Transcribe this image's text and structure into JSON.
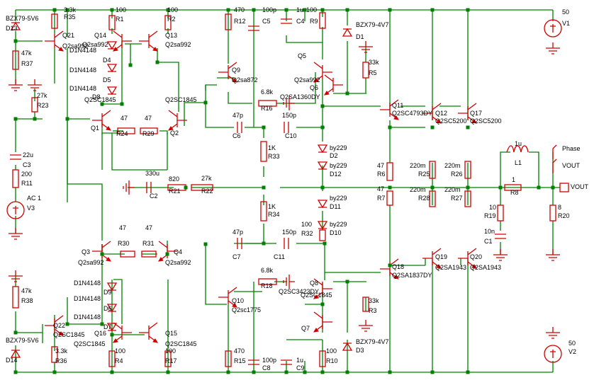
{
  "labels": [
    {
      "id": "d13_ref",
      "text": "D13"
    },
    {
      "id": "d13_val",
      "text": "BZX79-5V6"
    },
    {
      "id": "r35_val",
      "text": "3.3k"
    },
    {
      "id": "r35_ref",
      "text": "R35"
    },
    {
      "id": "q21_ref",
      "text": "Q21"
    },
    {
      "id": "q21_val",
      "text": "Q2sa992"
    },
    {
      "id": "r37_val",
      "text": "47k"
    },
    {
      "id": "r37_ref",
      "text": "R37"
    },
    {
      "id": "r23_val",
      "text": "27k"
    },
    {
      "id": "r23_ref",
      "text": "R23"
    },
    {
      "id": "r1_val",
      "text": "100"
    },
    {
      "id": "r1_ref",
      "text": "R1"
    },
    {
      "id": "r2_val",
      "text": "100"
    },
    {
      "id": "r2_ref",
      "text": "R2"
    },
    {
      "id": "q14_ref",
      "text": "Q14"
    },
    {
      "id": "q14_val",
      "text": "Q2sa992"
    },
    {
      "id": "q13_ref",
      "text": "Q13"
    },
    {
      "id": "q13_val",
      "text": "Q2sa992"
    },
    {
      "id": "d4_val",
      "text": "D1N4148"
    },
    {
      "id": "d4_ref",
      "text": "D4"
    },
    {
      "id": "d5_val",
      "text": "D1N4148"
    },
    {
      "id": "d5_ref",
      "text": "D5"
    },
    {
      "id": "d8_val",
      "text": "D1N4148"
    },
    {
      "id": "d8_ref",
      "text": "D8"
    },
    {
      "id": "q1_val",
      "text": "Q2SC1845"
    },
    {
      "id": "q2_val",
      "text": "Q2SC1845"
    },
    {
      "id": "q1_ref",
      "text": "Q1"
    },
    {
      "id": "q2_ref",
      "text": "Q2"
    },
    {
      "id": "r24_val",
      "text": "47"
    },
    {
      "id": "r24_ref",
      "text": "R24"
    },
    {
      "id": "r29_val",
      "text": "47"
    },
    {
      "id": "r29_ref",
      "text": "R29"
    },
    {
      "id": "r12_val",
      "text": "470"
    },
    {
      "id": "r12_ref",
      "text": "R12"
    },
    {
      "id": "c5_val",
      "text": "100p"
    },
    {
      "id": "c5_ref",
      "text": "C5"
    },
    {
      "id": "c4_val",
      "text": "1u"
    },
    {
      "id": "c4_ref",
      "text": "C4"
    },
    {
      "id": "r9_val",
      "text": "100"
    },
    {
      "id": "r9_ref",
      "text": "R9"
    },
    {
      "id": "d1_val",
      "text": "BZX79-4V7"
    },
    {
      "id": "d1_ref",
      "text": "D1"
    },
    {
      "id": "r5_val",
      "text": "33k"
    },
    {
      "id": "r5_ref",
      "text": "R5"
    },
    {
      "id": "q5_ref",
      "text": "Q5"
    },
    {
      "id": "q9_ref",
      "text": "Q9"
    },
    {
      "id": "q9_val",
      "text": "Q2sa872"
    },
    {
      "id": "q6_val",
      "text": "Q2sa992"
    },
    {
      "id": "q6_ref",
      "text": "Q6"
    },
    {
      "id": "r16_val",
      "text": "6.8k"
    },
    {
      "id": "r16_ref",
      "text": "R16"
    },
    {
      "id": "q5_val",
      "text": "Q2SA1360DY"
    },
    {
      "id": "c6_val",
      "text": "47p"
    },
    {
      "id": "c6_ref",
      "text": "C6"
    },
    {
      "id": "c10_val",
      "text": "150p"
    },
    {
      "id": "c10_ref",
      "text": "C10"
    },
    {
      "id": "q11_ref",
      "text": "Q11"
    },
    {
      "id": "q11_val",
      "text": "Q2SC4793DY"
    },
    {
      "id": "q12_ref",
      "text": "Q12"
    },
    {
      "id": "q12_val",
      "text": "Q2SC5200"
    },
    {
      "id": "q17_ref",
      "text": "Q17"
    },
    {
      "id": "q17_val",
      "text": "Q2SC5200"
    },
    {
      "id": "v1_val",
      "text": "50"
    },
    {
      "id": "v1_ref",
      "text": "V1"
    },
    {
      "id": "c3_val",
      "text": "22u"
    },
    {
      "id": "c3_ref",
      "text": "C3"
    },
    {
      "id": "r11_val",
      "text": "200"
    },
    {
      "id": "r11_ref",
      "text": "R11"
    },
    {
      "id": "v3_val",
      "text": "AC 1"
    },
    {
      "id": "v3_ref",
      "text": "V3"
    },
    {
      "id": "c2_val",
      "text": "330u"
    },
    {
      "id": "c2_ref",
      "text": "C2"
    },
    {
      "id": "r21_val",
      "text": "820"
    },
    {
      "id": "r21_ref",
      "text": "R21"
    },
    {
      "id": "r22_val",
      "text": "27k"
    },
    {
      "id": "r22_ref",
      "text": "R22"
    },
    {
      "id": "r33_val",
      "text": "1K"
    },
    {
      "id": "r33_ref",
      "text": "R33"
    },
    {
      "id": "r34_val",
      "text": "1K"
    },
    {
      "id": "r34_ref",
      "text": "R34"
    },
    {
      "id": "d2_val",
      "text": "by229"
    },
    {
      "id": "d2_ref",
      "text": "D2"
    },
    {
      "id": "d12_val",
      "text": "by229"
    },
    {
      "id": "d12_ref",
      "text": "D12"
    },
    {
      "id": "d11_val",
      "text": "by229"
    },
    {
      "id": "d11_ref",
      "text": "D11"
    },
    {
      "id": "d10_val",
      "text": "by229"
    },
    {
      "id": "d10_ref",
      "text": "D10"
    },
    {
      "id": "r32_val",
      "text": "100"
    },
    {
      "id": "r32_ref",
      "text": "R32"
    },
    {
      "id": "r6_val",
      "text": "47"
    },
    {
      "id": "r6_ref",
      "text": "R6"
    },
    {
      "id": "r7_val",
      "text": "47"
    },
    {
      "id": "r7_ref",
      "text": "R7"
    },
    {
      "id": "r25_val",
      "text": "220m"
    },
    {
      "id": "r25_ref",
      "text": "R25"
    },
    {
      "id": "r26_val",
      "text": "220m"
    },
    {
      "id": "r26_ref",
      "text": "R26"
    },
    {
      "id": "r28_val",
      "text": "220m"
    },
    {
      "id": "r28_ref",
      "text": "R28"
    },
    {
      "id": "r27_val",
      "text": "220m"
    },
    {
      "id": "r27_ref",
      "text": "R27"
    },
    {
      "id": "l1_val",
      "text": "1u"
    },
    {
      "id": "l1_ref",
      "text": "L1"
    },
    {
      "id": "phase",
      "text": "Phase"
    },
    {
      "id": "vout1",
      "text": "VOUT"
    },
    {
      "id": "r8_val",
      "text": "1"
    },
    {
      "id": "r8_ref",
      "text": "R8"
    },
    {
      "id": "vout2",
      "text": "VOUT"
    },
    {
      "id": "r19_val",
      "text": "10"
    },
    {
      "id": "r19_ref",
      "text": "R19"
    },
    {
      "id": "c1_val",
      "text": "10n"
    },
    {
      "id": "c1_ref",
      "text": "C1"
    },
    {
      "id": "r20_val",
      "text": "8"
    },
    {
      "id": "r20_ref",
      "text": "R20"
    },
    {
      "id": "q3_ref",
      "text": "Q3"
    },
    {
      "id": "q3_val",
      "text": "Q2sa992"
    },
    {
      "id": "q4_ref",
      "text": "Q4"
    },
    {
      "id": "q4_val",
      "text": "Q2sa992"
    },
    {
      "id": "r30_val",
      "text": "47"
    },
    {
      "id": "r30_ref",
      "text": "R30"
    },
    {
      "id": "r31_val",
      "text": "47"
    },
    {
      "id": "r31_ref",
      "text": "R31"
    },
    {
      "id": "c7_val",
      "text": "47p"
    },
    {
      "id": "c7_ref",
      "text": "C7"
    },
    {
      "id": "c11_val",
      "text": "150p"
    },
    {
      "id": "c11_ref",
      "text": "C11"
    },
    {
      "id": "q18_ref",
      "text": "Q18"
    },
    {
      "id": "q18_val",
      "text": "Q2SA1837DY"
    },
    {
      "id": "q19_ref",
      "text": "Q19"
    },
    {
      "id": "q19_val",
      "text": "Q2SA1943"
    },
    {
      "id": "q20_ref",
      "text": "Q20"
    },
    {
      "id": "q20_val",
      "text": "Q2SA1943"
    },
    {
      "id": "d9_val",
      "text": "D1N4148"
    },
    {
      "id": "d9_ref",
      "text": "D9"
    },
    {
      "id": "d6_val",
      "text": "D1N4148"
    },
    {
      "id": "d6_ref",
      "text": "D6"
    },
    {
      "id": "d7_val",
      "text": "D1N4148"
    },
    {
      "id": "d7_ref",
      "text": "D7"
    },
    {
      "id": "r38_val",
      "text": "47k"
    },
    {
      "id": "r38_ref",
      "text": "R38"
    },
    {
      "id": "q22_ref",
      "text": "Q22"
    },
    {
      "id": "q22_val",
      "text": "Q2SC1845"
    },
    {
      "id": "d14_val",
      "text": "BZX79-5V6"
    },
    {
      "id": "d14_ref",
      "text": "D14"
    },
    {
      "id": "r36_val",
      "text": "3.3k"
    },
    {
      "id": "r36_ref",
      "text": "R36"
    },
    {
      "id": "q16_ref",
      "text": "Q16"
    },
    {
      "id": "q16_val",
      "text": "Q2SC1845"
    },
    {
      "id": "q15_ref",
      "text": "Q15"
    },
    {
      "id": "q15_val",
      "text": "Q2SC1845"
    },
    {
      "id": "r4_val",
      "text": "100"
    },
    {
      "id": "r4_ref",
      "text": "R4"
    },
    {
      "id": "r17_val",
      "text": "100"
    },
    {
      "id": "r17_ref",
      "text": "R17"
    },
    {
      "id": "r18_val",
      "text": "6.8k"
    },
    {
      "id": "r18_ref",
      "text": "R18"
    },
    {
      "id": "q10_ref",
      "text": "Q10"
    },
    {
      "id": "q10_val",
      "text": "Q2sc1775"
    },
    {
      "id": "q8_ref",
      "text": "Q8"
    },
    {
      "id": "q8_val",
      "text": "Q2SC1845"
    },
    {
      "id": "q7_val",
      "text": "Q2SC3423DY"
    },
    {
      "id": "q7_ref",
      "text": "Q7"
    },
    {
      "id": "r3_val",
      "text": "33k"
    },
    {
      "id": "r3_ref",
      "text": "R3"
    },
    {
      "id": "r15_val",
      "text": "470"
    },
    {
      "id": "r15_ref",
      "text": "R15"
    },
    {
      "id": "c8_val",
      "text": "100p"
    },
    {
      "id": "c8_ref",
      "text": "C8"
    },
    {
      "id": "c9_val",
      "text": "1u"
    },
    {
      "id": "c9_ref",
      "text": "C9"
    },
    {
      "id": "r10_val",
      "text": "100"
    },
    {
      "id": "r10_ref",
      "text": "R10"
    },
    {
      "id": "d3_val",
      "text": "BZX79-4V7"
    },
    {
      "id": "d3_ref",
      "text": "D3"
    },
    {
      "id": "v2_val",
      "text": "50"
    },
    {
      "id": "v2_ref",
      "text": "V2"
    }
  ]
}
